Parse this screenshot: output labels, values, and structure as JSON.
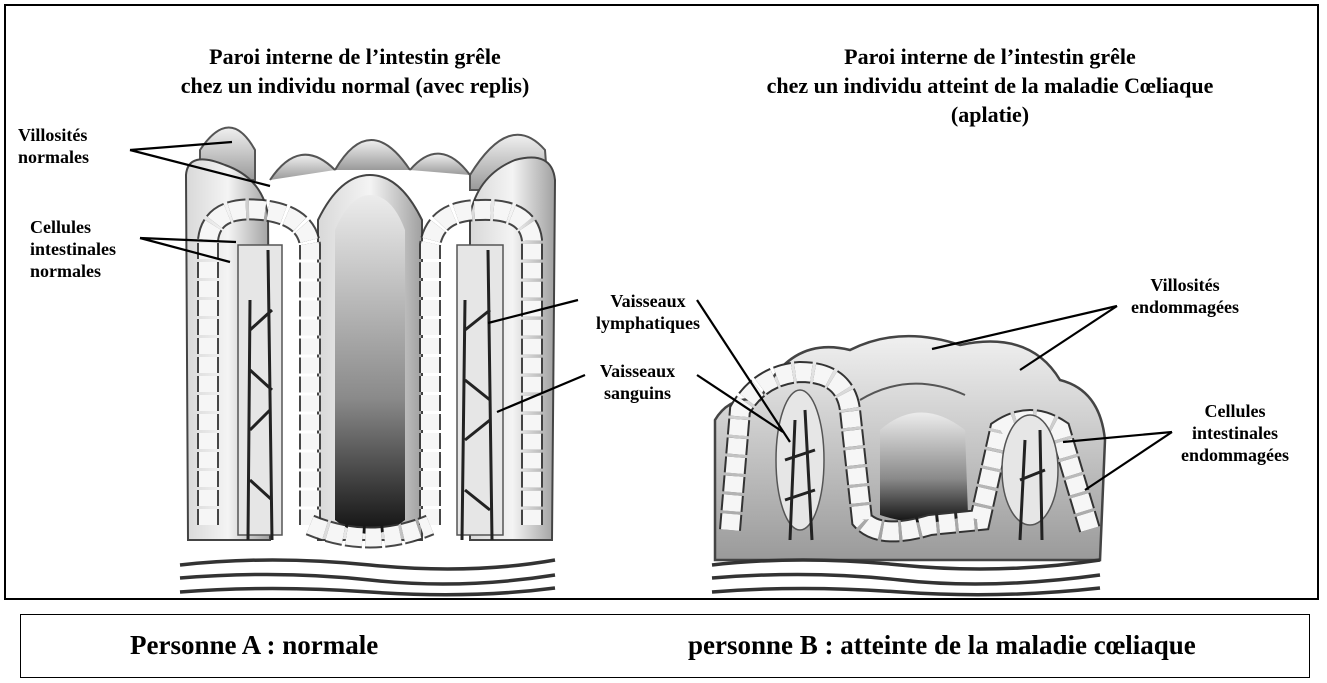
{
  "panels": {
    "normal": {
      "title_line1": "Paroi interne de l’intestin grêle",
      "title_line2": "chez un individu normal (avec replis)",
      "label_villi_1": "Villosités",
      "label_villi_2": "normales",
      "label_cells_1": "Cellules",
      "label_cells_2": "intestinales",
      "label_cells_3": "normales"
    },
    "celiac": {
      "title_line1": "Paroi interne de l’intestin grêle",
      "title_line2": "chez un individu atteint de la maladie Cœliaque",
      "title_line3": "(aplatie)",
      "label_villi_1": "Villosités",
      "label_villi_2": "endommagées",
      "label_cells_1": "Cellules",
      "label_cells_2": "intestinales",
      "label_cells_3": "endommagées"
    },
    "shared": {
      "label_lymph_1": "Vaisseaux",
      "label_lymph_2": "lymphatiques",
      "label_blood_1": "Vaisseaux",
      "label_blood_2": "sanguins"
    }
  },
  "captions": {
    "person_a": "Personne A : normale",
    "person_b": "personne B : atteinte de la maladie cœliaque"
  }
}
